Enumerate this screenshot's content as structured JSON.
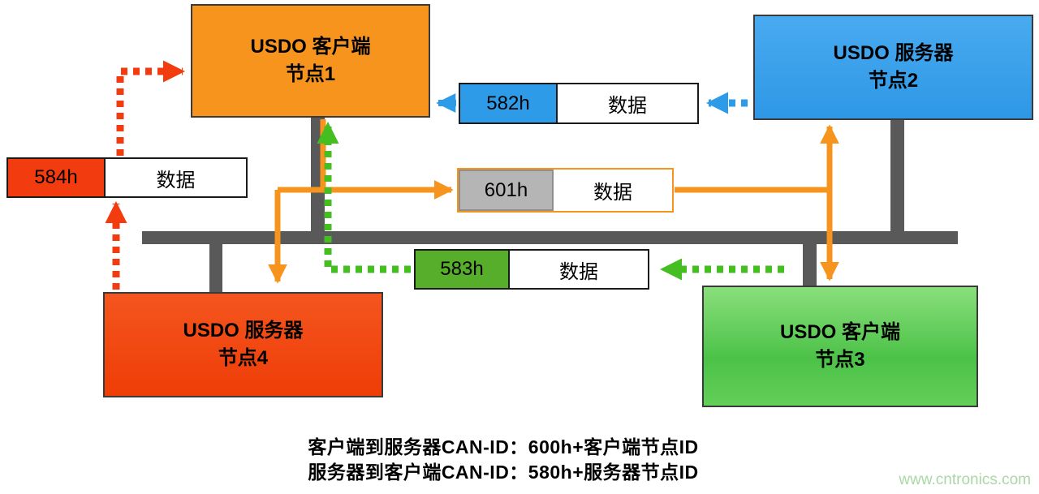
{
  "colors": {
    "node1_orange": "#F7941E",
    "node2_blue": "#2E9BE8",
    "node3_green": "#5BCD52",
    "node4_red": "#F23C10",
    "frame_583_green": "#57AE2B",
    "frame_601_gray": "#B5B5B5",
    "bus_gray": "#595959",
    "arrow_green": "#44BE21",
    "watermark_green": "#A9D8A5"
  },
  "nodes": {
    "node1": {
      "line1": "USDO 客户端",
      "line2": "节点1"
    },
    "node2": {
      "line1": "USDO 服务器",
      "line2": "节点2"
    },
    "node3": {
      "line1": "USDO 客户端",
      "line2": "节点3"
    },
    "node4": {
      "line1": "USDO 服务器",
      "line2": "节点4"
    }
  },
  "frames": {
    "f584": {
      "id": "584h",
      "payload": "数据"
    },
    "f582": {
      "id": "582h",
      "payload": "数据"
    },
    "f601": {
      "id": "601h",
      "payload": "数据"
    },
    "f583": {
      "id": "583h",
      "payload": "数据"
    }
  },
  "caption": {
    "line1": "客户端到服务器CAN-ID：600h+客户端节点ID",
    "line2": "服务器到客户端CAN-ID：580h+服务器节点ID"
  },
  "watermark": "www.cntronics.com"
}
